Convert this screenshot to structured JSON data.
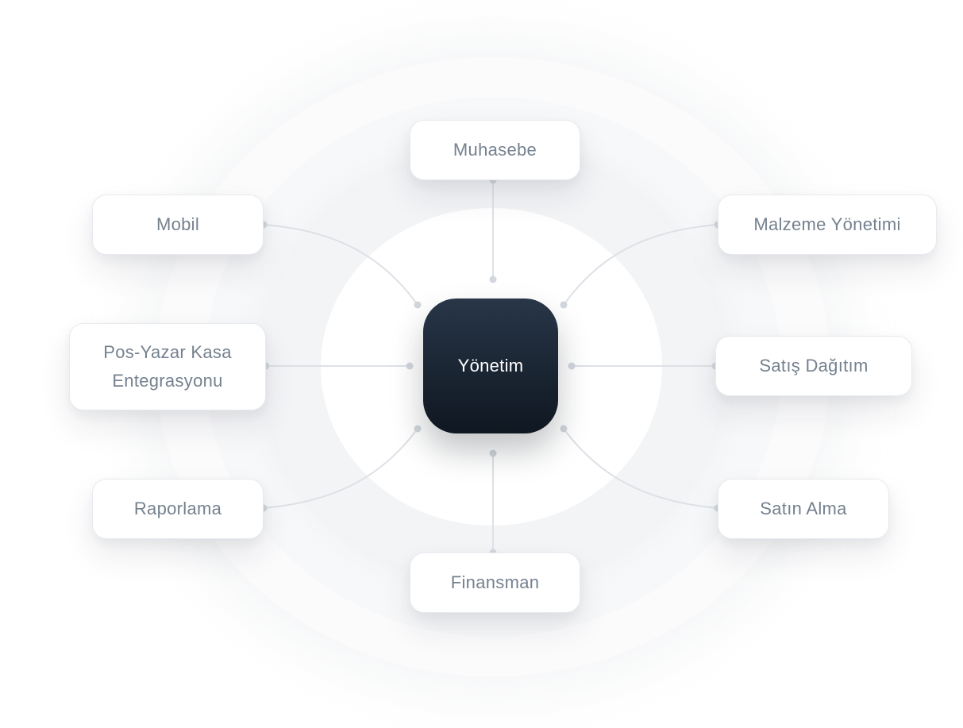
{
  "diagram": {
    "hub": {
      "label": "Yönetim"
    },
    "modules": [
      {
        "id": "muhasebe",
        "label": "Muhasebe"
      },
      {
        "id": "mobil",
        "label": "Mobil"
      },
      {
        "id": "malzeme",
        "label": "Malzeme Yönetimi"
      },
      {
        "id": "pos",
        "label": "Pos-Yazar Kasa\nEntegrasyonu"
      },
      {
        "id": "satis-dagitim",
        "label": "Satış Dağıtım"
      },
      {
        "id": "raporlama",
        "label": "Raporlama"
      },
      {
        "id": "satin-alma",
        "label": "Satın Alma"
      },
      {
        "id": "finansman",
        "label": "Finansman"
      }
    ]
  },
  "colors": {
    "hub_top": "#283648",
    "hub_bottom": "#0f1721",
    "node_text": "#75818f",
    "connector": "#dde1e6",
    "connector_dot": "#d2d7dd"
  }
}
